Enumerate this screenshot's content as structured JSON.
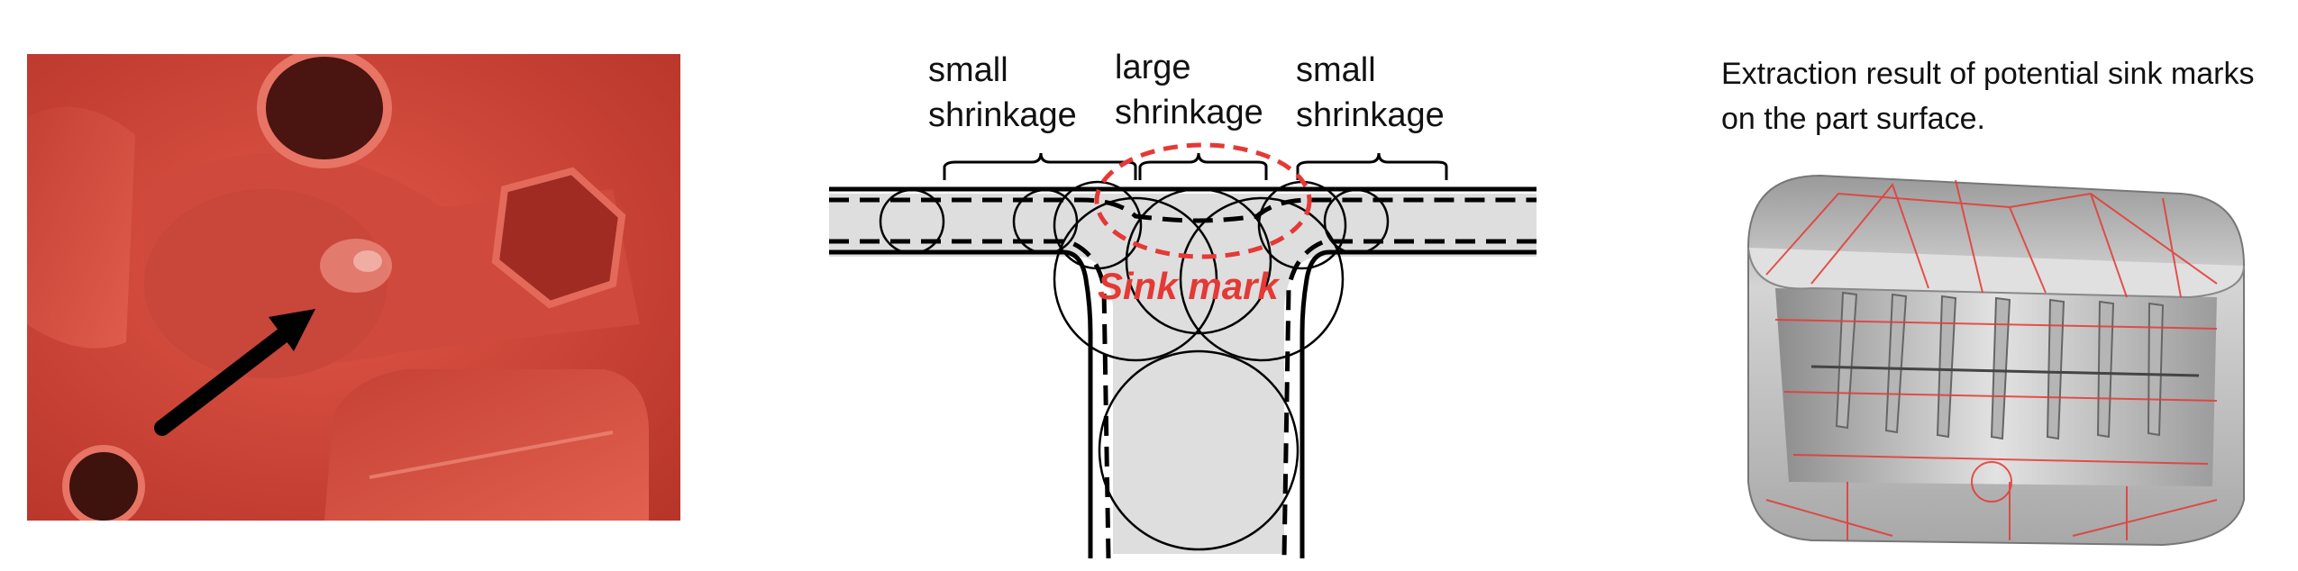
{
  "diagram": {
    "label_left": [
      "small",
      "shrinkage"
    ],
    "label_center": [
      "large",
      "shrinkage"
    ],
    "label_right": [
      "small",
      "shrinkage"
    ],
    "sink_mark": "Sink mark"
  },
  "result": {
    "caption": "Extraction result of potential sink marks on the part surface."
  },
  "colors": {
    "part_red": "#d8493a",
    "highlight_red": "#e53935",
    "fill_gray": "#dedede"
  }
}
